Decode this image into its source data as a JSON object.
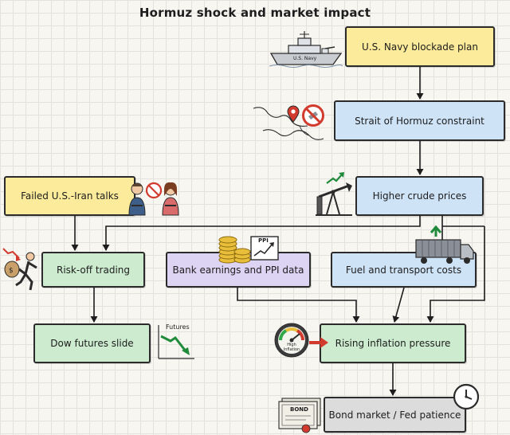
{
  "title": "Hormuz shock and market impact",
  "nodes": {
    "navy": "U.S. Navy blockade plan",
    "strait": "Strait of Hormuz constraint",
    "crude": "Higher crude prices",
    "talks": "Failed U.S.-Iran talks",
    "riskoff": "Risk-off trading",
    "bank": "Bank earnings and PPI data",
    "fuel": "Fuel and transport costs",
    "dow": "Dow futures slide",
    "inflation": "Rising inflation pressure",
    "bond": "Bond market / Fed patience"
  },
  "icon_labels": {
    "ship": "U.S. Navy",
    "ppi": "PPI",
    "futures": "Futures",
    "gauge": "High Inflation",
    "bond": "BOND"
  },
  "colors": {
    "yellow": "#fbeb9a",
    "blue": "#cfe3f7",
    "green": "#cdeccf",
    "purple": "#ddd3f2",
    "gray": "#dcdcdc",
    "arrow": "#1d1d1d",
    "red": "#d23a2e"
  },
  "icons": [
    "warship-icon",
    "map-pin-icon",
    "no-entry-icon",
    "oil-pump-icon",
    "up-arrow-icon",
    "negotiators-icon",
    "running-man-icon",
    "coin-stack-icon",
    "chart-board-icon",
    "truck-icon",
    "futures-chart-icon",
    "inflation-gauge-icon",
    "bond-certificate-icon",
    "clock-icon"
  ]
}
